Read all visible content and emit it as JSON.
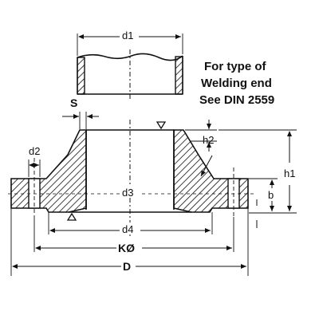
{
  "note": {
    "line1": "For type of",
    "line2": "Welding end",
    "line3": "See DIN 2559"
  },
  "labels": {
    "d1": "d1",
    "s": "S",
    "d2": "d2",
    "h2": "h2",
    "h1": "h1",
    "b": "b",
    "d3": "d3",
    "d4": "d4",
    "k": "KØ",
    "d": "D"
  },
  "colors": {
    "ink": "#111111",
    "paper": "#ffffff"
  }
}
